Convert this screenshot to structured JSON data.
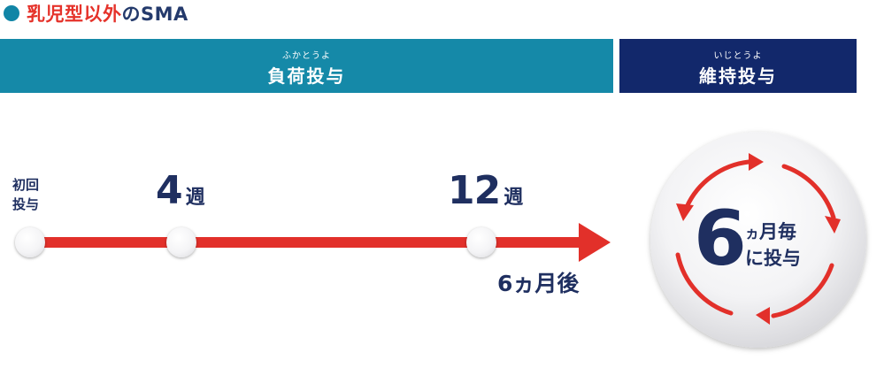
{
  "title": {
    "prefix": "乳児型以外",
    "suffix": "のSMA"
  },
  "phases": {
    "loading": {
      "ruby": "ふかとうよ",
      "label": "負荷投与"
    },
    "maintenance": {
      "ruby": "いじとうよ",
      "label": "維持投与"
    }
  },
  "timeline": {
    "first_dose": {
      "line1": "初回",
      "line2": "投与"
    },
    "week4": {
      "number": "4",
      "unit": "週"
    },
    "week12": {
      "number": "12",
      "unit": "週"
    },
    "after": "6ヵ月後"
  },
  "cycle": {
    "number": "6",
    "small": "ヵ",
    "line1_rest": "月毎",
    "line2": "に投与"
  },
  "colors": {
    "teal": "#1589a8",
    "navy": "#12286b",
    "red": "#e2302a",
    "text": "#1f2f60"
  }
}
